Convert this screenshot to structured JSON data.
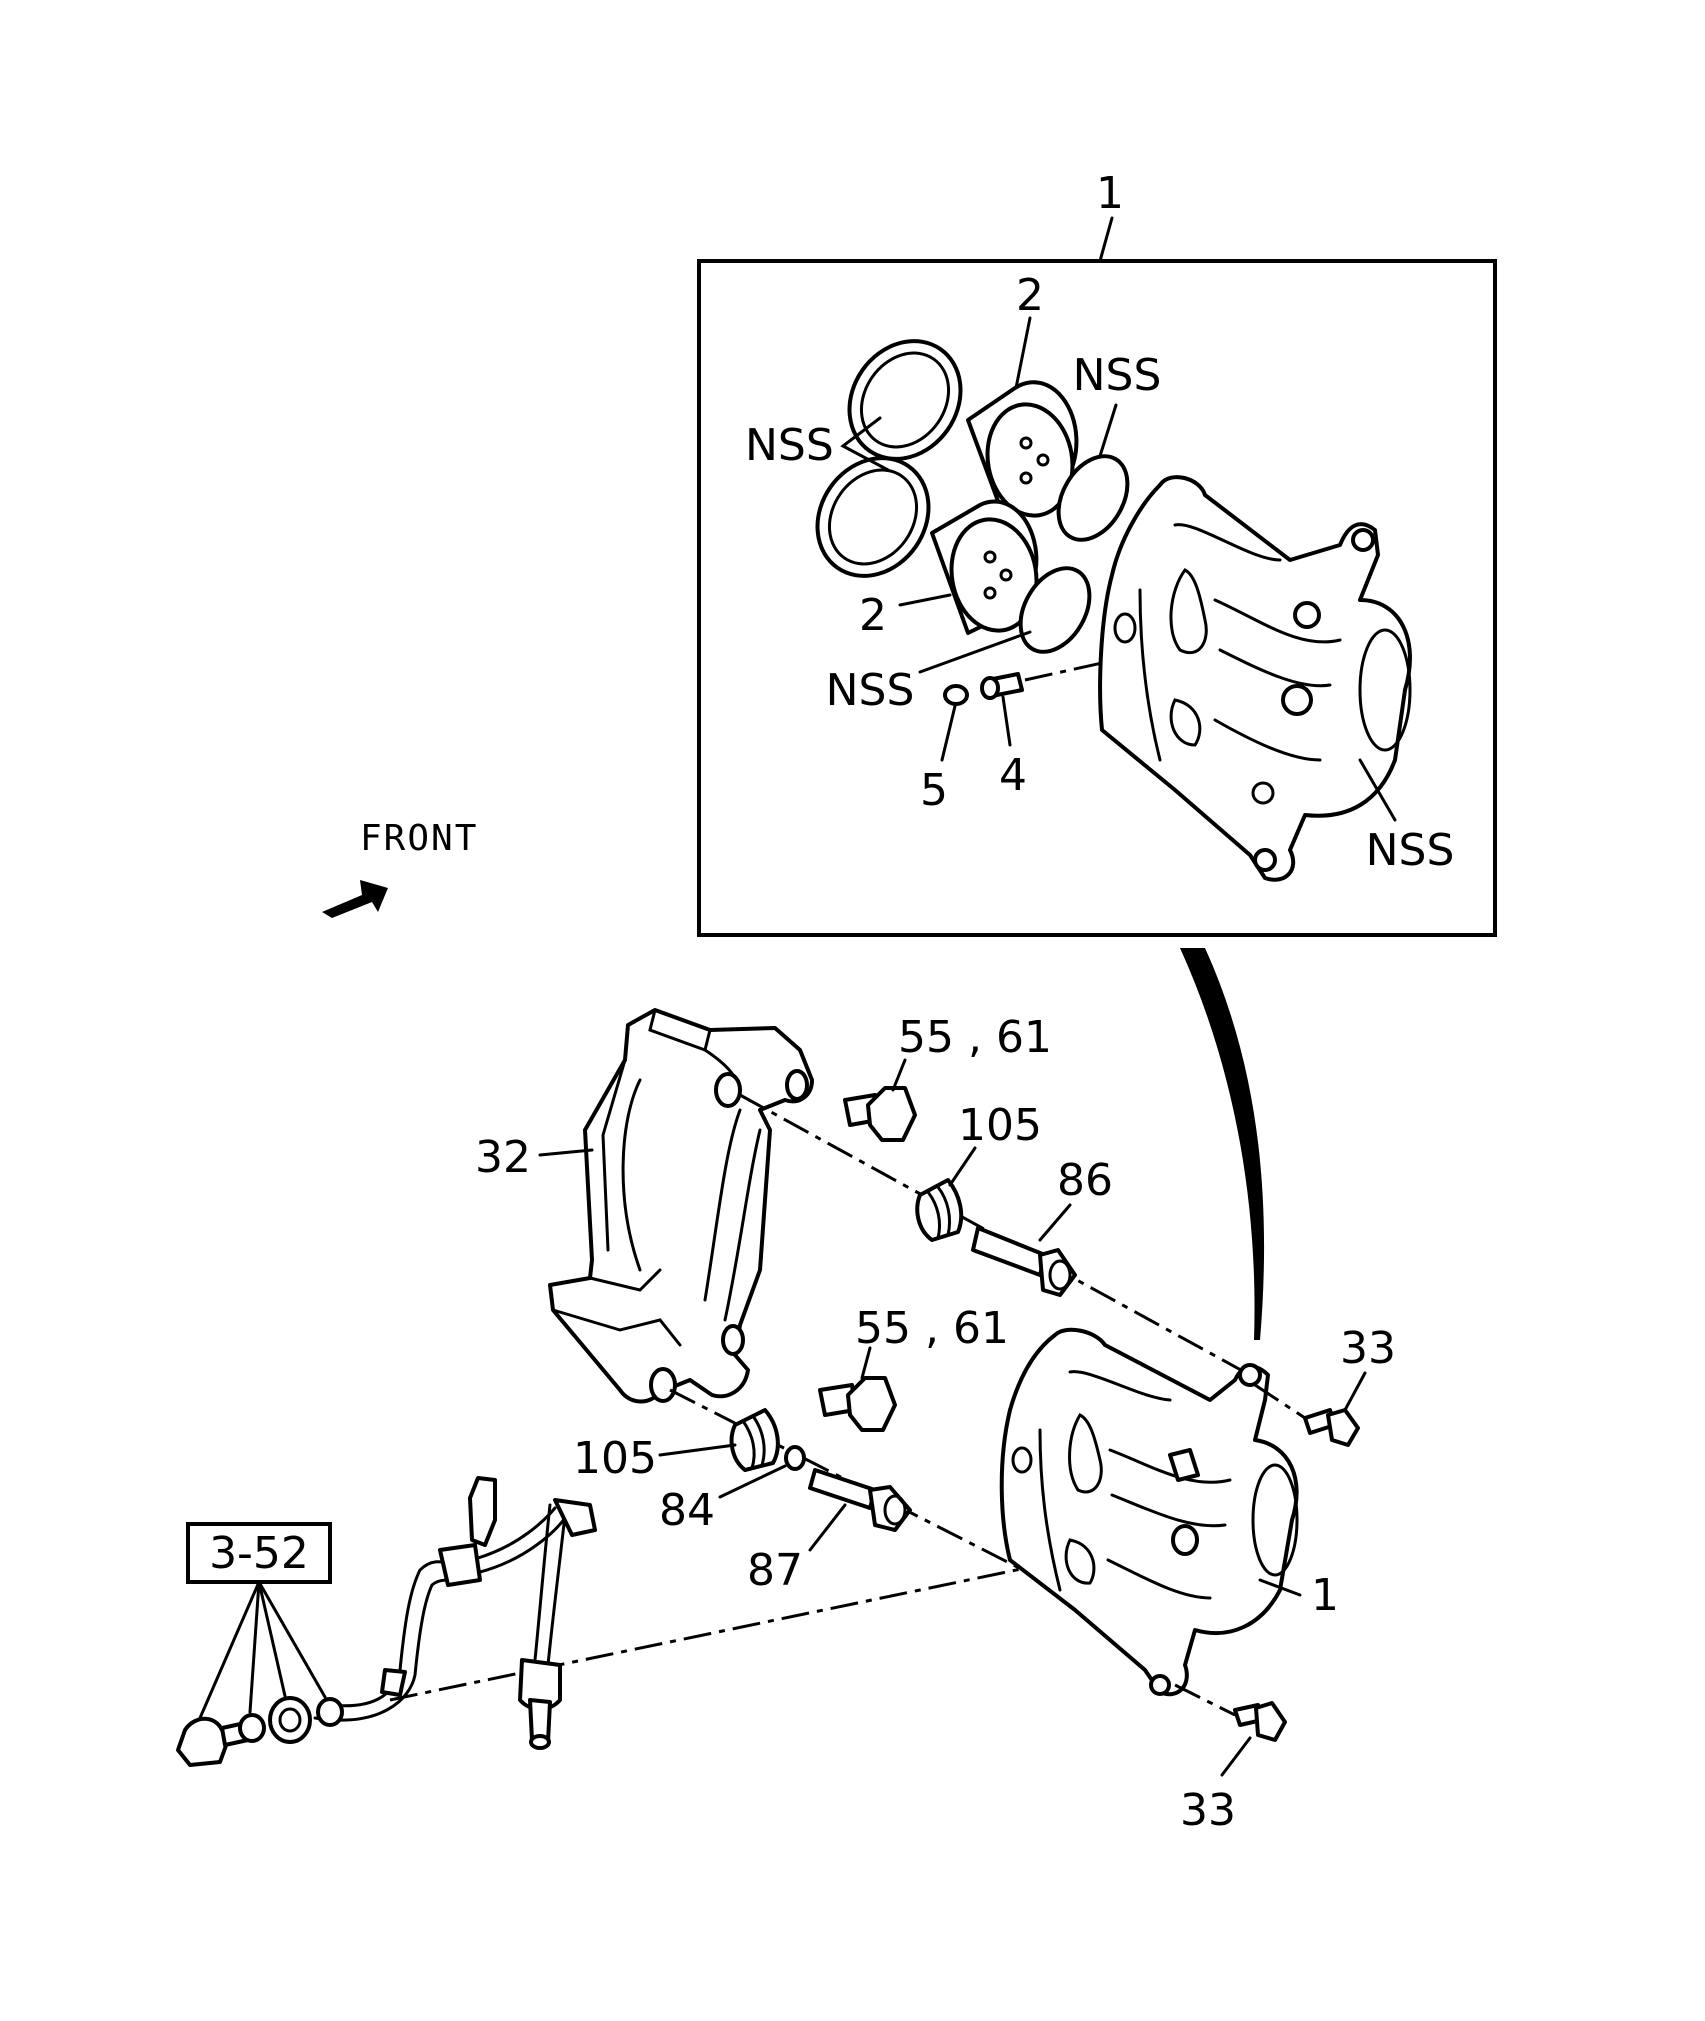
{
  "direction_label": "FRONT",
  "reference_box": "3-52",
  "callouts": {
    "caliper_assembly_top": "1",
    "piston_upper": "2",
    "piston_lower": "2",
    "nss_seals": "NSS",
    "nss_oring_upper": "NSS",
    "nss_oring_lower": "NSS",
    "nss_caliper": "NSS",
    "bleeder_cap": "5",
    "bleeder_screw": "4",
    "bolt_upper": "55 , 61",
    "bushing_upper": "105",
    "slide_pin_upper": "86",
    "bracket": "32",
    "bolt_lower": "55 , 61",
    "bushing_lower": "105",
    "slide_pin_lower": "87",
    "boot_lower": "84",
    "pin_bolt_upper": "33",
    "pin_bolt_lower": "33",
    "caliper_assembly_bottom": "1"
  }
}
